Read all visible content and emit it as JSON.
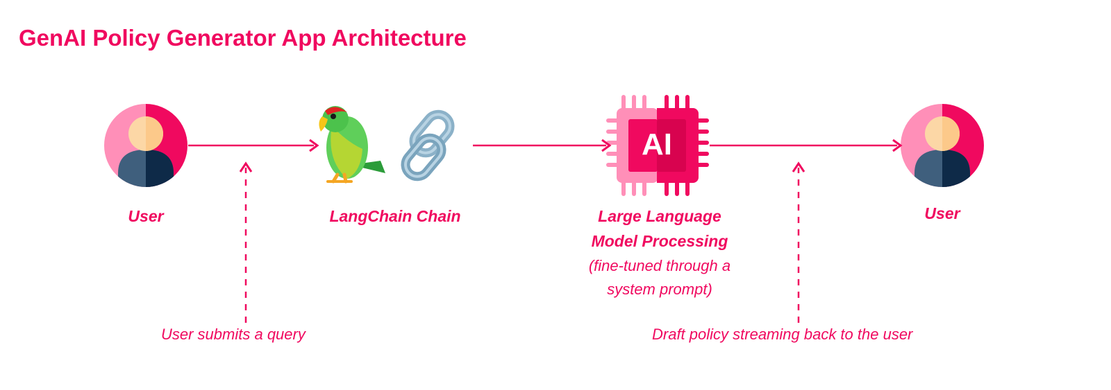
{
  "title": "GenAI Policy Generator App Architecture",
  "colors": {
    "accent": "#f0095f",
    "pink_light": "#ff8fb8",
    "navy": "#0e2a48",
    "slate": "#3f5f7d",
    "skin": "#fcc98a",
    "chip_dark": "#d8034f"
  },
  "nodes": {
    "user_left": {
      "label": "User",
      "icon": "user-avatar-icon"
    },
    "langchain": {
      "label": "LangChain Chain",
      "icons": [
        "parrot-icon",
        "chain-link-icon"
      ]
    },
    "llm": {
      "label_line1": "Large Language",
      "label_line2": "Model Processing",
      "sub_line1": "(fine-tuned through a",
      "sub_line2": "system prompt)",
      "chip_text": "AI",
      "icon": "ai-chip-icon"
    },
    "user_right": {
      "label": "User",
      "icon": "user-avatar-icon"
    }
  },
  "annotations": {
    "query": "User submits a query",
    "stream": "Draft policy streaming back to the user"
  }
}
